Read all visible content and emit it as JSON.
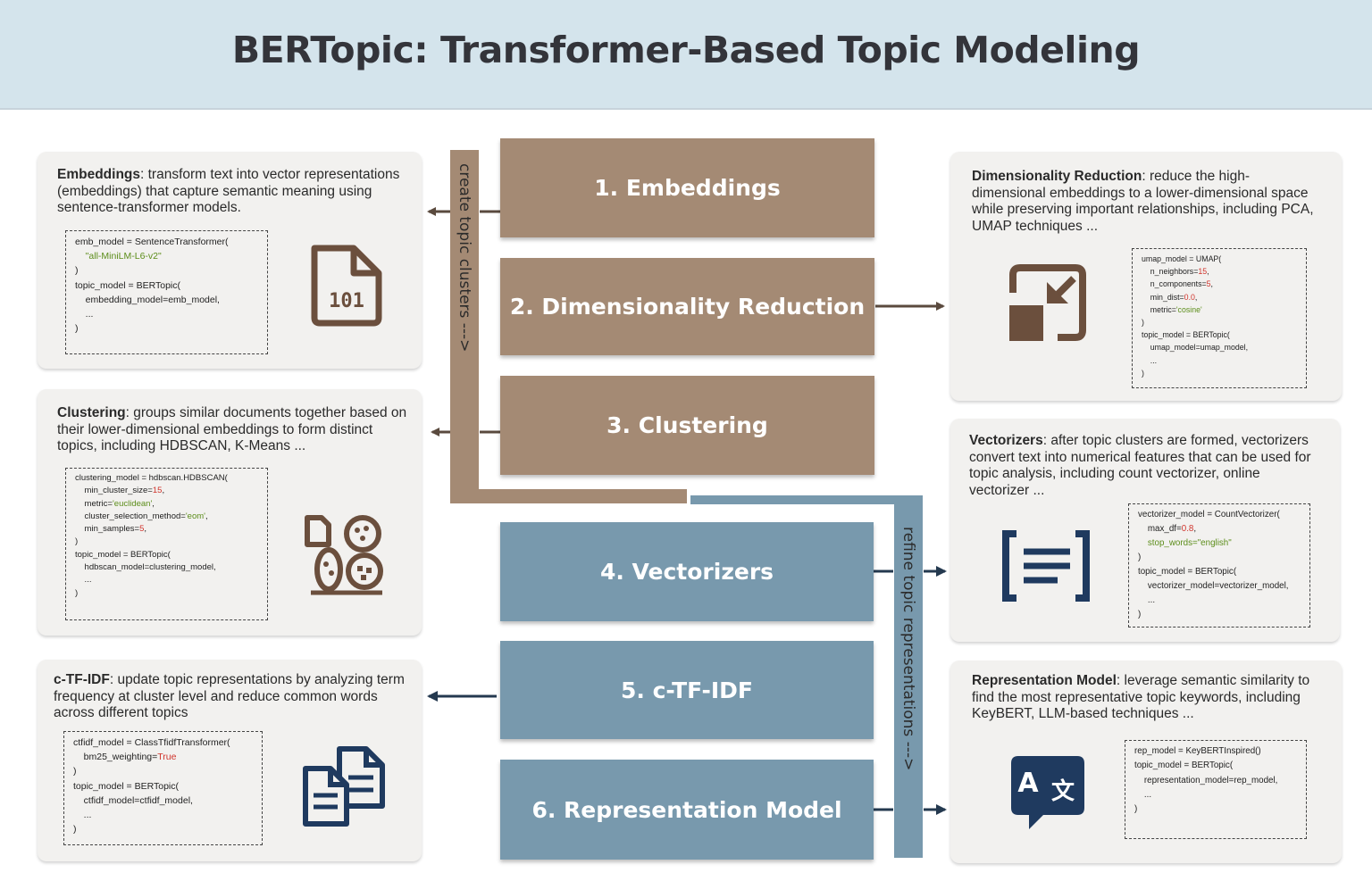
{
  "title": "BERTopic: Transformer-Based Topic Modeling",
  "colors": {
    "brown": "#a48a74",
    "blue": "#7899ad",
    "header_bg": "#d4e4ec",
    "icon_brown": "#6b4f3d",
    "icon_navy": "#1f3a5f"
  },
  "steps": [
    {
      "label": "1. Embeddings"
    },
    {
      "label": "2. Dimensionality Reduction"
    },
    {
      "label": "3. Clustering"
    },
    {
      "label": "4. Vectorizers"
    },
    {
      "label": "5. c-TF-IDF"
    },
    {
      "label": "6. Representation Model"
    }
  ],
  "flow_labels": {
    "create": "create topic clusters --->",
    "refine": "refine topic representations --->"
  },
  "cards": {
    "embeddings": {
      "term": "Embeddings",
      "text": ": transform text into vector representations (embeddings) that capture semantic meaning using sentence-transformer models.",
      "icon": "file-binary-icon",
      "code": [
        "emb_model = SentenceTransformer(",
        "    \"all-MiniLM-L6-v2\"",
        ")",
        "topic_model = BERTopic(",
        "    embedding_model=emb_model,",
        "    ...",
        ")"
      ]
    },
    "dimred": {
      "term": "Dimensionality Reduction",
      "text": ": reduce the high-dimensional embeddings to a lower-dimensional space while preserving important relationships, including PCA, UMAP techniques ...",
      "icon": "compress-icon",
      "code": [
        "umap_model = UMAP(",
        "    n_neighbors=15,",
        "    n_components=5,",
        "    min_dist=0.0,",
        "    metric='cosine'",
        ")",
        "topic_model = BERTopic(",
        "    umap_model=umap_model,",
        "    ...",
        ")"
      ]
    },
    "clustering": {
      "term": "Clustering",
      "text": ": groups similar documents together based on their lower-dimensional embeddings to form distinct topics, including HDBSCAN, K-Means ...",
      "icon": "clusters-icon",
      "code": [
        "clustering_model = hdbscan.HDBSCAN(",
        "    min_cluster_size=15,",
        "    metric='euclidean',",
        "    cluster_selection_method='eom',",
        "    min_samples=5,",
        ")",
        "topic_model = BERTopic(",
        "    hdbscan_model=clustering_model,",
        "    ...",
        ")"
      ]
    },
    "vectorizers": {
      "term": "Vectorizers",
      "text": ": after topic clusters are formed, vectorizers convert text into numerical features that can be used for topic analysis, including count vectorizer, online vectorizer ...",
      "icon": "text-brackets-icon",
      "code": [
        "vectorizer_model = CountVectorizer(",
        "    max_df=0.8,",
        "    stop_words=\"english\"",
        ")",
        "topic_model = BERTopic(",
        "    vectorizer_model=vectorizer_model,",
        "    ...",
        ")"
      ]
    },
    "ctfidf": {
      "term": "c-TF-IDF",
      "text": ": update topic representations by analyzing term frequency at cluster level and reduce common words across different topics",
      "icon": "documents-icon",
      "code": [
        "ctfidf_model = ClassTfidfTransformer(",
        "    bm25_weighting=True",
        ")",
        "topic_model = BERTopic(",
        "    ctfidf_model=ctfidf_model,",
        "    ...",
        ")"
      ]
    },
    "repmodel": {
      "term": "Representation Model",
      "text": ": leverage semantic similarity to find the most representative topic keywords, including KeyBERT, LLM-based techniques ...",
      "icon": "translate-icon",
      "code": [
        "rep_model = KeyBERTInspired()",
        "topic_model = BERTopic(",
        "    representation_model=rep_model,",
        "    ...",
        ")"
      ]
    }
  }
}
